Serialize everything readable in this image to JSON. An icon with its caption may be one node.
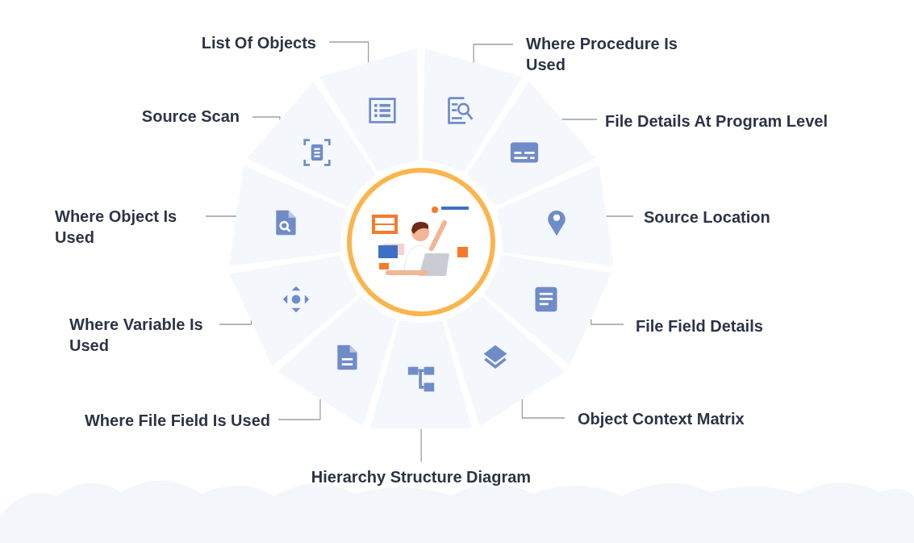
{
  "diagram": {
    "nodes": [
      {
        "text": [],
        "shape": "picture"
      },
      {
        "text": [],
        "shape": "box"
      },
      {
        "text": [],
        "shape": "box"
      },
      {
        "text": [],
        "shape": "box"
      },
      {
        "text": [],
        "shape": "box"
      },
      {
        "text": [],
        "shape": "box"
      },
      {
        "text": [],
        "shape": "box"
      },
      {
        "text": [],
        "shape": "box"
      },
      {
        "text": [],
        "shape": "box"
      },
      {
        "text": [],
        "shape": "box"
      },
      {
        "text": [],
        "shape": "box"
      },
      {
        "text": [],
        "shape": "box"
      },
      {
        "text": [
          "List Of Objects"
        ]
      },
      {
        "text": [
          "Where Procedure Is Used"
        ]
      },
      {
        "text": [
          "File Details At Program Level"
        ]
      },
      {
        "text": [
          "Source Location"
        ]
      },
      {
        "text": [
          "File Field Details"
        ]
      },
      {
        "text": [
          "Object Context Matrix"
        ]
      },
      {
        "text": [
          "Hierarchy Structure Diagram"
        ]
      },
      {
        "text": [
          "Where File Field Is Used"
        ]
      },
      {
        "text": [
          "Where Variable Is Used"
        ]
      },
      {
        "text": [
          "Where Object Is Used"
        ]
      },
      {
        "text": [
          "Source Scan"
        ]
      }
    ],
    "edges": [
      {
        "from": 12,
        "to": 1,
        "arrow": "none"
      },
      {
        "from": 13,
        "to": 2,
        "arrow": "none"
      },
      {
        "from": 14,
        "to": 3,
        "arrow": "none"
      },
      {
        "from": 15,
        "to": 4,
        "arrow": "none"
      },
      {
        "from": 16,
        "to": 5,
        "arrow": "none"
      },
      {
        "from": 17,
        "to": 6,
        "arrow": "none"
      },
      {
        "from": 18,
        "to": 7,
        "arrow": "none"
      },
      {
        "from": 19,
        "to": 8,
        "arrow": "none"
      },
      {
        "from": 20,
        "to": 9,
        "arrow": "none"
      },
      {
        "from": 21,
        "to": 10,
        "arrow": "none"
      },
      {
        "from": 22,
        "to": 11,
        "arrow": "none"
      }
    ]
  }
}
